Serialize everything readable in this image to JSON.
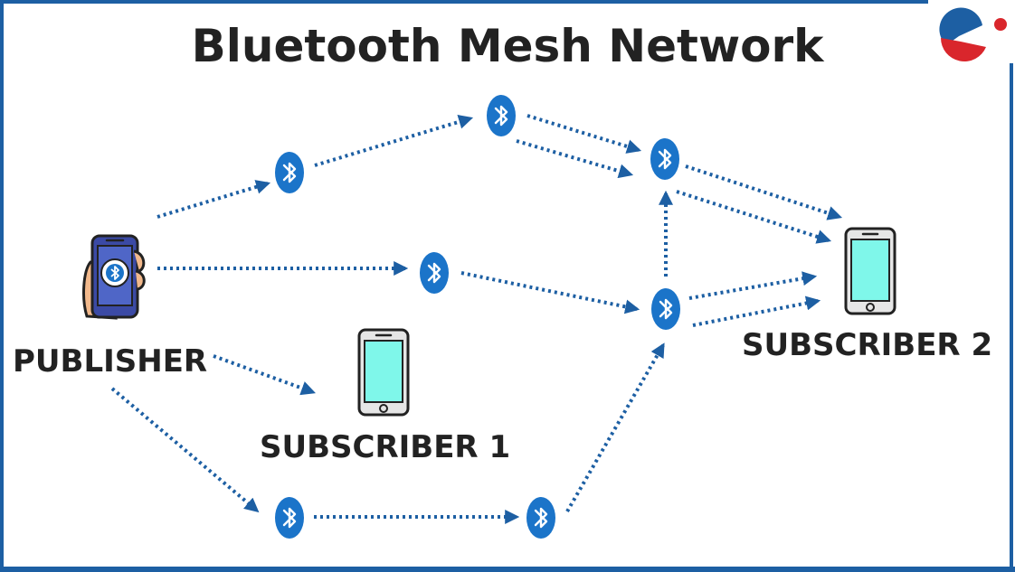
{
  "title": "Bluetooth Mesh Network",
  "labels": {
    "publisher": "PUBLISHER",
    "subscriber_1": "SUBSCRIBER 1",
    "subscriber_2": "SUBSCRIBER 2"
  },
  "colors": {
    "frame": "#1d5fa3",
    "arrow": "#1d5fa3",
    "node": "#1b74c9",
    "phone_screen": "#7ff7ea",
    "publisher_phone": "#3b4aa5",
    "text": "#222222"
  },
  "icons": {
    "node": "bluetooth-icon",
    "publisher": "hand-holding-phone-icon",
    "subscriber": "smartphone-icon",
    "logo": "brand-globe-logo"
  }
}
